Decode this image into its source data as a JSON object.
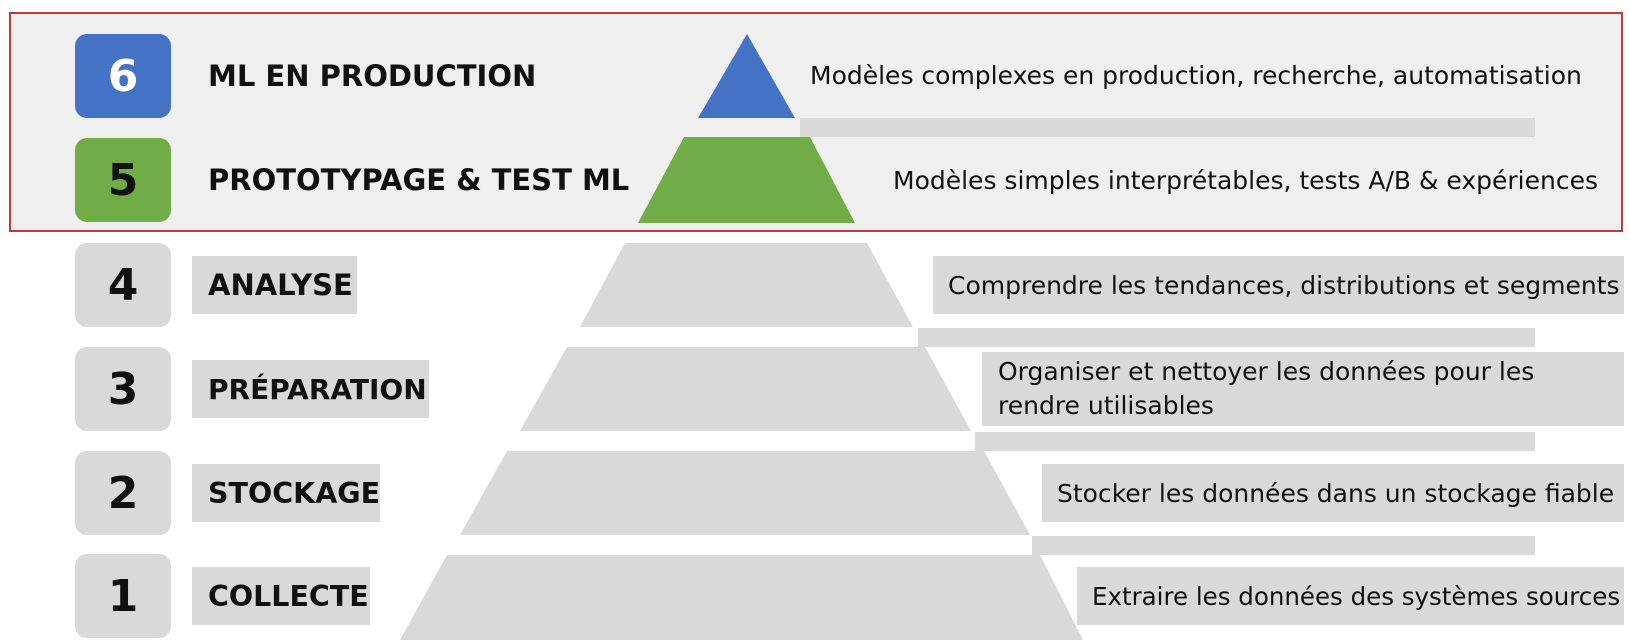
{
  "colors": {
    "highlight_border": "#c0393b",
    "highlight_fill": "#efefef",
    "gray": "#d9d9d9",
    "level6": "#4472c4",
    "level5": "#70ad47"
  },
  "levels": [
    {
      "number": "6",
      "label": "ML EN PRODUCTION",
      "description": "Modèles complexes en production, recherche, automatisation"
    },
    {
      "number": "5",
      "label": "PROTOTYPAGE & TEST ML",
      "description": "Modèles simples interprétables, tests A/B & expériences"
    },
    {
      "number": "4",
      "label": "ANALYSE",
      "description": "Comprendre les tendances, distributions et segments"
    },
    {
      "number": "3",
      "label": "PRÉPARATION",
      "description": "Organiser et nettoyer les données pour les rendre utilisables"
    },
    {
      "number": "2",
      "label": "STOCKAGE",
      "description": "Stocker les données dans un stockage fiable"
    },
    {
      "number": "1",
      "label": "COLLECTE",
      "description": "Extraire les données des systèmes sources"
    }
  ]
}
